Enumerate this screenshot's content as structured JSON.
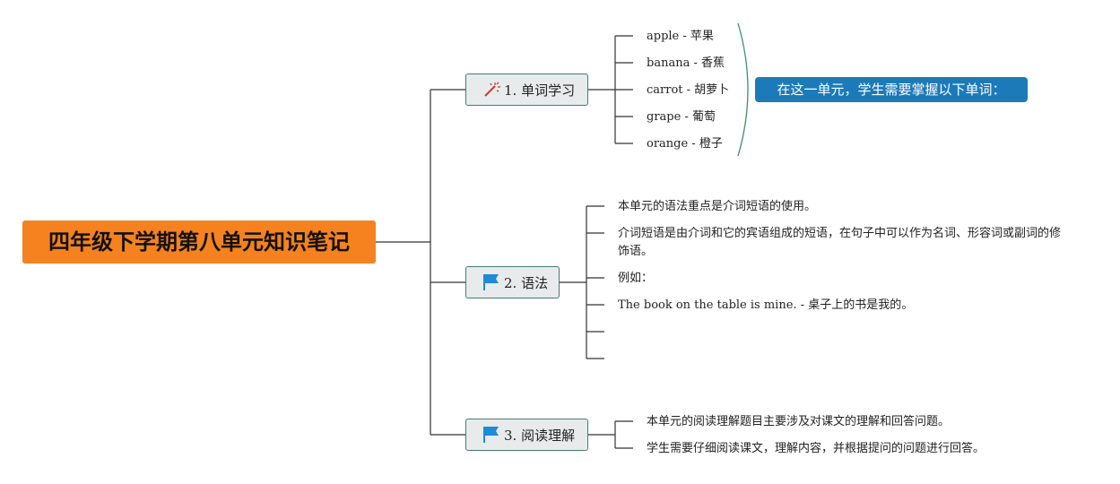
{
  "root": {
    "title": "四年级下学期第八单元知识笔记",
    "color": "#f5821f"
  },
  "branches": [
    {
      "label": "1. 单词学习",
      "icon": "magic-wand-icon",
      "items": [
        "apple - 苹果",
        "banana - 香蕉",
        "carrot - 胡萝卜",
        "grape - 葡萄",
        "orange - 橙子"
      ],
      "summary": "在这一单元，学生需要掌握以下单词："
    },
    {
      "label": "2. 语法",
      "icon": "flag-icon",
      "items": [
        "本单元的语法重点是介词短语的使用。",
        "介词短语是由介词和它的宾语组成的短语，在句子中可以作为名词、形容词或副词的修饰语。",
        "例如：",
        "The book on the table is mine. - 桌子上的书是我的。",
        "",
        ""
      ]
    },
    {
      "label": "3. 阅读理解",
      "icon": "flag-icon",
      "items": [
        "本单元的阅读理解题目主要涉及对课文的理解和回答问题。",
        "学生需要仔细阅读课文，理解内容，并根据提问的问题进行回答。"
      ]
    }
  ],
  "colors": {
    "root_fill": "#f5821f",
    "branch_fill": "#e8ebec",
    "branch_border": "#4a7a6f",
    "callout_fill": "#1c7ab8",
    "bracket": "#3f8f6a",
    "flag": "#1f8ad6",
    "wand": "#d23a2a"
  }
}
